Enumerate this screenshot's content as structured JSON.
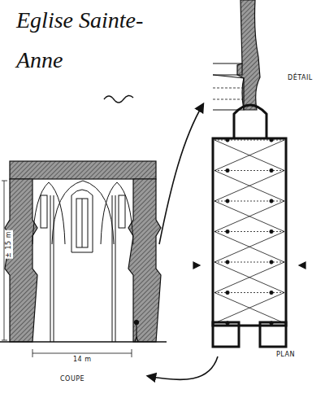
{
  "diagram": {
    "title": "Eglise Sainte-Anne",
    "labels": [
      "DÉTAIL",
      "PLAN",
      "COUPE",
      "14 m",
      "± 15 m"
    ]
  }
}
